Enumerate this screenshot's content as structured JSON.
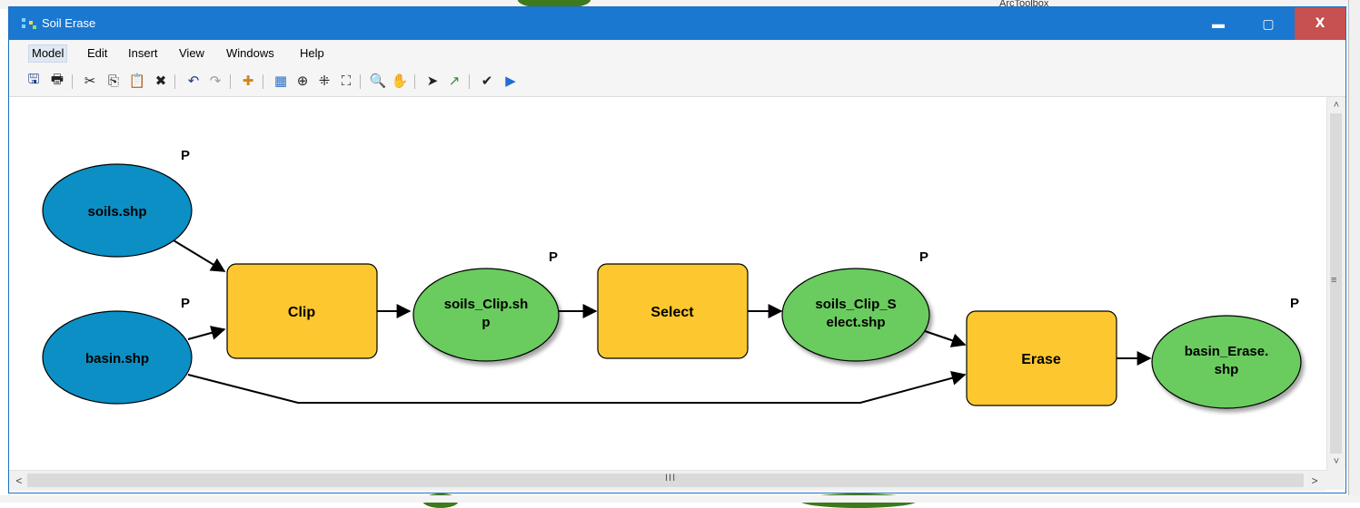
{
  "window": {
    "title": "Soil Erase",
    "min_glyph": "▬",
    "max_glyph": "▢",
    "close_glyph": "X"
  },
  "background": {
    "arctoolbox_label": "ArcToolbox"
  },
  "menu": {
    "items": [
      "Model",
      "Edit",
      "Insert",
      "View",
      "Windows",
      "Help"
    ]
  },
  "toolbar": {
    "icons": [
      {
        "name": "save-icon",
        "glyph": "🖫"
      },
      {
        "name": "print-icon",
        "glyph": "🖶"
      },
      {
        "name": "cut-icon",
        "glyph": "✂"
      },
      {
        "name": "copy-icon",
        "glyph": "⎘"
      },
      {
        "name": "paste-icon",
        "glyph": "📋"
      },
      {
        "name": "delete-icon",
        "glyph": "✖"
      },
      {
        "name": "undo-icon",
        "glyph": "↶"
      },
      {
        "name": "redo-icon",
        "glyph": "↷"
      },
      {
        "name": "add-data-icon",
        "glyph": "✚"
      },
      {
        "name": "auto-layout-icon",
        "glyph": "▦"
      },
      {
        "name": "full-extent-icon",
        "glyph": "⊕"
      },
      {
        "name": "fixed-zoom-in-icon",
        "glyph": "⁜"
      },
      {
        "name": "fixed-zoom-out-icon",
        "glyph": "⛶"
      },
      {
        "name": "zoom-in-icon",
        "glyph": "🔍"
      },
      {
        "name": "pan-icon",
        "glyph": "✋"
      },
      {
        "name": "select-icon",
        "glyph": "➤"
      },
      {
        "name": "connect-icon",
        "glyph": "↗"
      },
      {
        "name": "validate-icon",
        "glyph": "✔"
      },
      {
        "name": "run-icon",
        "glyph": "▶"
      }
    ]
  },
  "colors": {
    "titlebar": "#1b78d0",
    "input_data": "#0c8fc4",
    "tool": "#fdc82f",
    "derived_data": "#6bcb5e",
    "close_button": "#c75050"
  },
  "model": {
    "param_marker": "P",
    "nodes": {
      "soils": {
        "kind": "input",
        "label": [
          "soils.shp"
        ]
      },
      "basin": {
        "kind": "input",
        "label": [
          "basin.shp"
        ]
      },
      "clip": {
        "kind": "tool",
        "label": [
          "Clip"
        ]
      },
      "soils_clip": {
        "kind": "derived",
        "label": [
          "soils_Clip.sh",
          "p"
        ]
      },
      "select": {
        "kind": "tool",
        "label": [
          "Select"
        ]
      },
      "soils_clip_select": {
        "kind": "derived",
        "label": [
          "soils_Clip_S",
          "elect.shp"
        ]
      },
      "erase": {
        "kind": "tool",
        "label": [
          "Erase"
        ]
      },
      "basin_erase": {
        "kind": "derived",
        "label": [
          "basin_Erase.",
          "shp"
        ]
      }
    },
    "connections": [
      [
        "soils",
        "clip"
      ],
      [
        "basin",
        "clip"
      ],
      [
        "clip",
        "soils_clip"
      ],
      [
        "soils_clip",
        "select"
      ],
      [
        "select",
        "soils_clip_select"
      ],
      [
        "soils_clip_select",
        "erase"
      ],
      [
        "basin",
        "erase"
      ],
      [
        "erase",
        "basin_erase"
      ]
    ]
  },
  "scrollbars": {
    "up_glyph": "˄",
    "down_glyph": "˅",
    "left_glyph": "<",
    "right_glyph": ">",
    "grip_v": "≡",
    "grip_h": "III"
  }
}
